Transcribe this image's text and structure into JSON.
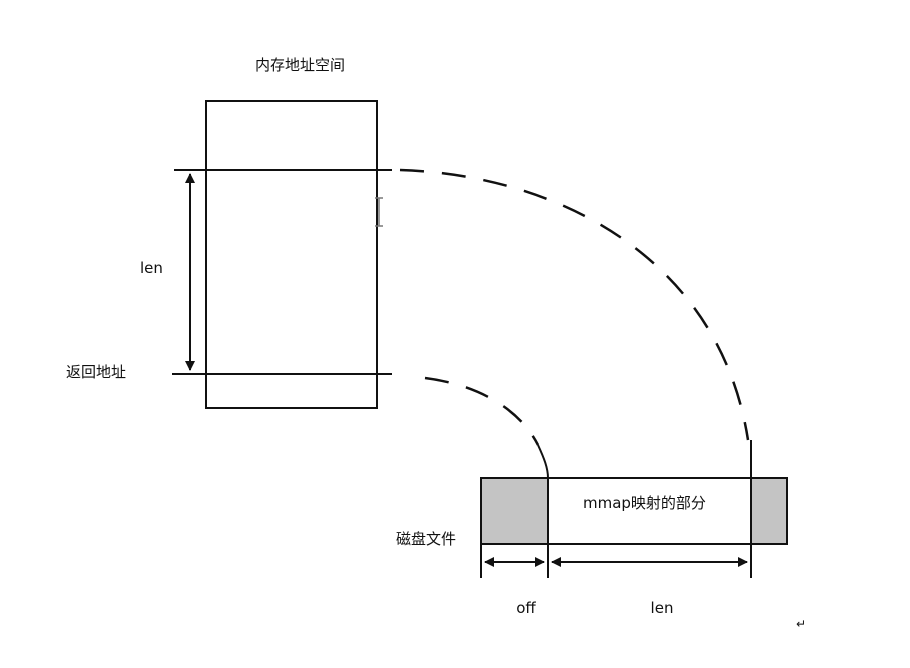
{
  "diagram": {
    "memory_title": "内存地址空间",
    "return_address_label": "返回地址",
    "memory_len_label": "len",
    "disk_file_label": "磁盘文件",
    "mapped_region_label": "mmap映射的部分",
    "off_label": "off",
    "file_len_label": "len",
    "return_mark": "↵",
    "colors": {
      "line": "#111111",
      "unmapped_fill": "#c4c4c4",
      "mapped_fill": "#ffffff",
      "background": "#ffffff"
    }
  }
}
